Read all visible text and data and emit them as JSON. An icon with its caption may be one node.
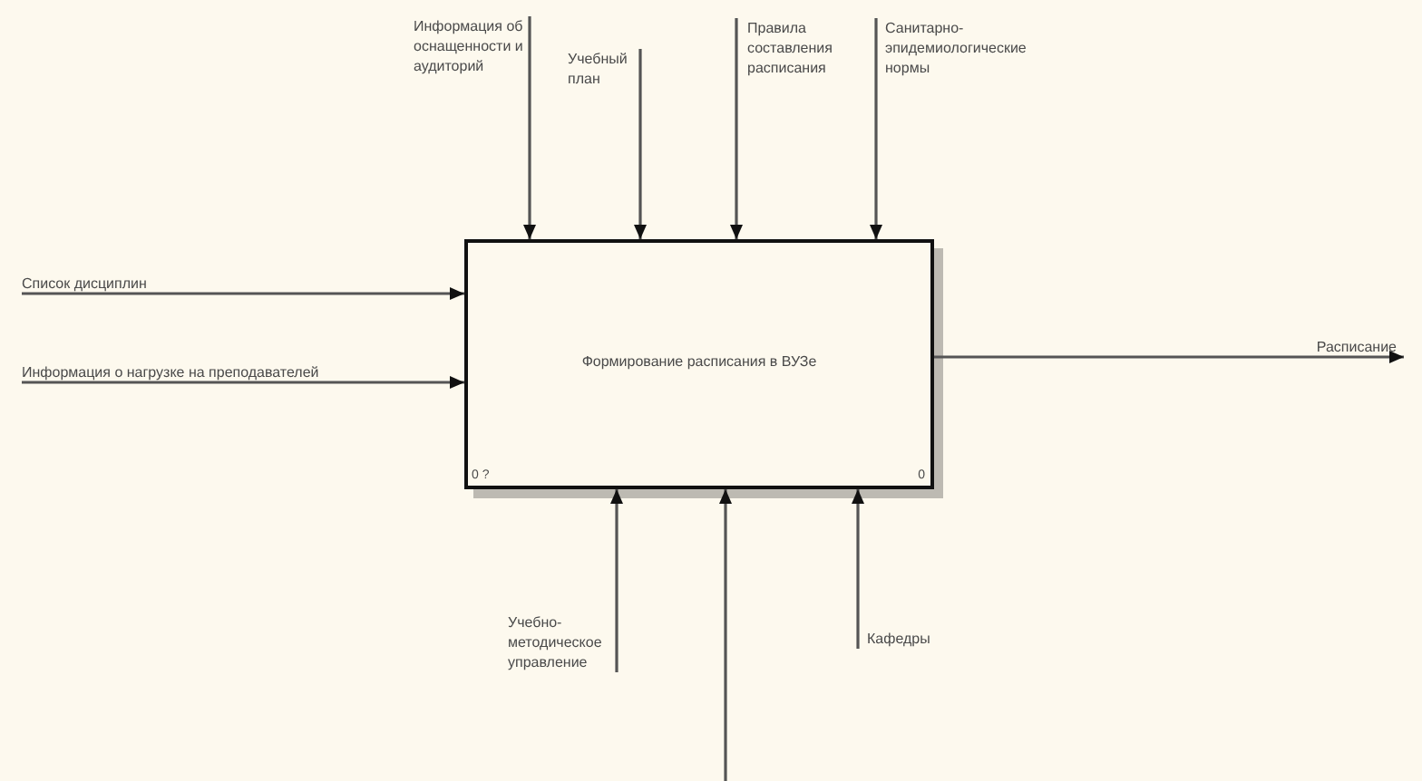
{
  "diagram": {
    "nodes": [
      {
        "text": [
          "Информация об оснащенности и аудиторий"
        ]
      },
      {
        "text": [
          "Учебный план"
        ]
      },
      {
        "text": [
          "Правила составления расписания"
        ]
      },
      {
        "text": [
          "Санитарно-эпидемиологические нормы"
        ]
      },
      {
        "text": [
          "Список дисциплин"
        ]
      },
      {
        "text": [
          "Информация о нагрузке на преподавателей"
        ]
      },
      {
        "text": [
          "Формирование расписания в ВУЗе",
          "0 ?",
          "0"
        ]
      },
      {
        "text": [
          "Расписание"
        ]
      },
      {
        "text": [
          "Учебно-методическое управление"
        ]
      },
      {
        "text": [
          "Кафедры"
        ]
      }
    ],
    "edges": [
      {
        "from": 0,
        "to": 6,
        "arrow": "to"
      },
      {
        "from": 1,
        "to": 6,
        "arrow": "to"
      },
      {
        "from": 2,
        "to": 6,
        "arrow": "to"
      },
      {
        "from": 3,
        "to": 6,
        "arrow": "to"
      },
      {
        "from": 4,
        "to": 6,
        "arrow": "to"
      },
      {
        "from": 5,
        "to": 6,
        "arrow": "to"
      },
      {
        "from": 6,
        "to": 7,
        "arrow": "to"
      },
      {
        "from": 8,
        "to": 6,
        "arrow": "to"
      },
      {
        "from": null,
        "to": 6,
        "arrow": "to"
      },
      {
        "from": 9,
        "to": 6,
        "arrow": "to"
      }
    ]
  }
}
